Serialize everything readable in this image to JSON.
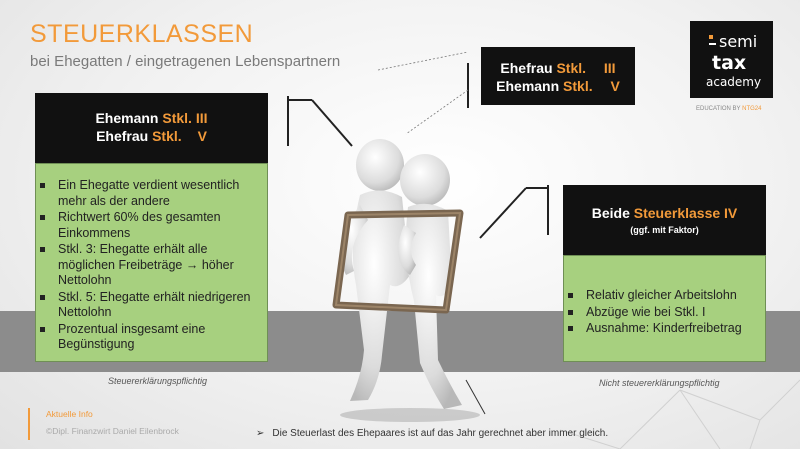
{
  "header": {
    "title": "STEUERKLASSEN",
    "subtitle": "bei Ehegatten / eingetragenen Lebenspartnern"
  },
  "top_box": {
    "line1_prefix": "Ehefrau",
    "line1_stkl": "Stkl.",
    "line1_class": "III",
    "line2_prefix": "Ehemann",
    "line2_stkl": "Stkl.",
    "line2_class": "V"
  },
  "left_box": {
    "line1_prefix": "Ehemann",
    "line1_stkl": "Stkl.",
    "line1_class": "III",
    "line2_prefix": "Ehefrau",
    "line2_stkl": "Stkl.",
    "line2_class": "V",
    "bullets": [
      "Ein Ehegatte verdient wesentlich mehr als der andere",
      "Richtwert 60% des gesamten Einkommens",
      "Stkl. 3: Ehegatte erhält alle möglichen Freibeträge → höher Nettolohn",
      "Stkl. 5: Ehegatte erhält niedrigeren Nettolohn",
      "Prozentual insgesamt eine Begünstigung"
    ],
    "caption": "Steuererklärungspflichtig"
  },
  "right_box": {
    "heading_prefix": "Beide",
    "heading_orange": "Steuerklasse IV",
    "sub": "(ggf. mit Faktor)",
    "bullets": [
      "Relativ gleicher Arbeitslohn",
      "Abzüge wie bei Stkl. I",
      "Ausnahme: Kinderfreibetrag"
    ],
    "caption": "Nicht steuererklärungspflichtig"
  },
  "logo": {
    "line1": "semi",
    "line2": "tax",
    "line3": "academy",
    "education_prefix": "EDUCATION BY",
    "education_brand": "NTG24"
  },
  "footer": {
    "label": "Aktuelle Info",
    "author": "©Dipl. Finanzwirt Daniel Eilenbrock",
    "note": "Die Steuerlast des Ehepaares ist auf das Jahr gerechnet aber immer gleich."
  },
  "colors": {
    "accent": "#f29a3a",
    "green": "#a7d07f",
    "black": "#111111",
    "floor": "#8c8c8c"
  },
  "icons": [
    "arrow-bullet-icon",
    "couple-figure-illustration",
    "picture-frame-illustration"
  ]
}
